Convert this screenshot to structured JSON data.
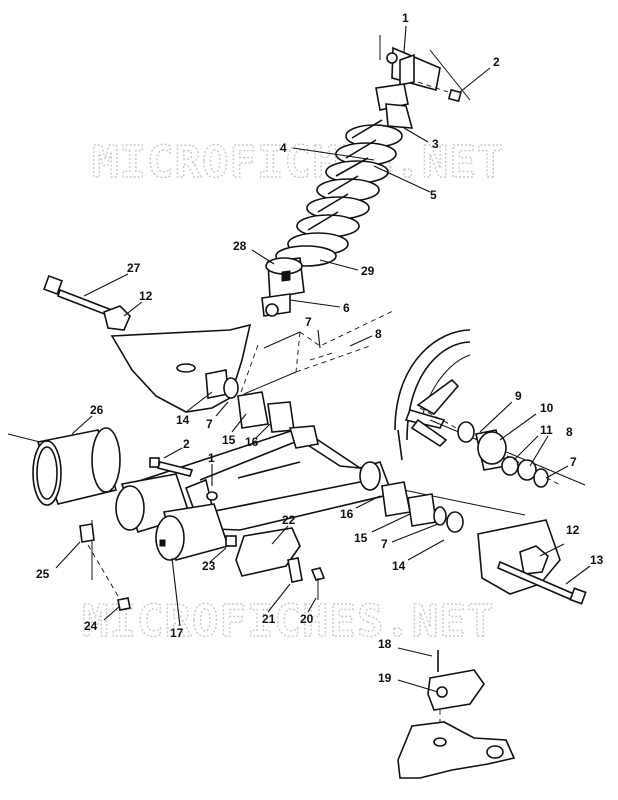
{
  "watermark": {
    "top": "MICROFICHES.NET",
    "bottom": "MICROFICHES.NET"
  },
  "callouts": {
    "c1a": "1",
    "c2a": "2",
    "c3": "3",
    "c4": "4",
    "c5": "5",
    "c28": "28",
    "c29": "29",
    "c6": "6",
    "c27": "27",
    "c12a": "12",
    "c7a": "7",
    "c8a": "8",
    "c26": "26",
    "c14a": "14",
    "c7b": "7",
    "c15a": "15",
    "c16a": "16",
    "c2b": "2",
    "c1b": "1",
    "c9": "9",
    "c10": "10",
    "c11": "11",
    "c8b": "8",
    "c7c": "7",
    "c16b": "16",
    "c15b": "15",
    "c7d": "7",
    "c14b": "14",
    "c12b": "12",
    "c13": "13",
    "c22": "22",
    "c23": "23",
    "c25": "25",
    "c24": "24",
    "c17": "17",
    "c21": "21",
    "c20": "20",
    "c18": "18",
    "c19": "19"
  }
}
